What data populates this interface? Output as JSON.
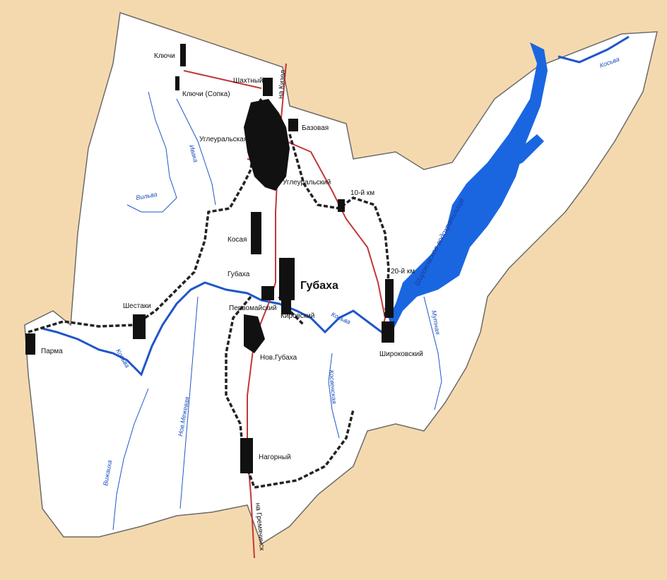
{
  "colors": {
    "background": "#f5d9ae",
    "territory": "#ffffff",
    "border": "#6b6b6b",
    "settlement": "#111111",
    "road": "#c0373a",
    "railway": "#222222",
    "river": "#1f56c9",
    "reservoir": "#1a66e0"
  },
  "map": {
    "main_town": "Губаха",
    "settlements": {
      "klyuchi": "Ключи",
      "klyuchi_sopka": "Ключи (Сопка)",
      "shakhtny": "Шахтный",
      "ugleuralskaya": "Углеуральская",
      "bazovaya": "Базовая",
      "ugleuralsky": "Углеуральский",
      "km10": "10-й км",
      "kosaya": "Косая",
      "gubakha_station": "Губаха",
      "km20": "20-й км",
      "shestaki": "Шестаки",
      "parma": "Парма",
      "pervomaysky": "Первомайский",
      "kirovsky": "Кировский",
      "shirokovsky": "Широковский",
      "nov_gubakha": "Нов.Губаха",
      "nagorny": "Нагорный"
    },
    "rivers": {
      "kosva_east": "Косьва",
      "kosva_mid": "Косьва",
      "kosva_west": "Косьва",
      "vilva": "Вильва",
      "ivaka": "Ивака",
      "mutnaya": "Мутная",
      "kosvenskaya": "Косвенская",
      "nov_mezhevaya": "Нов.Межевая",
      "vizhaiha": "Вижаиха"
    },
    "reservoir": "Широковское водохранилище",
    "roads": {
      "to_kizel": "на Кизел",
      "to_gremyachinsk": "на Гремячинск"
    }
  }
}
